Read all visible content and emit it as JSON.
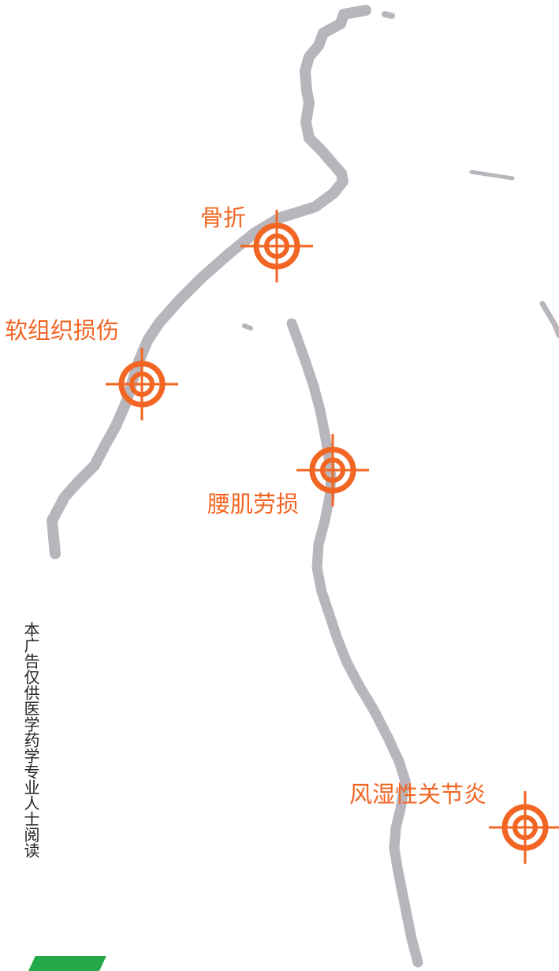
{
  "labels": {
    "fracture": "骨折",
    "soft_tissue": "软组织损伤",
    "lumbar": "腰肌劳损",
    "rheumatoid": "风湿性关节炎"
  },
  "disclaimer": "本广告仅供医学药学专业人士阅读",
  "colors": {
    "accent": "#f26522",
    "outline": "#b8b6bc",
    "text": "#222222",
    "strip": "#23a84a"
  },
  "icons": {
    "target": "crosshair-target-icon"
  }
}
